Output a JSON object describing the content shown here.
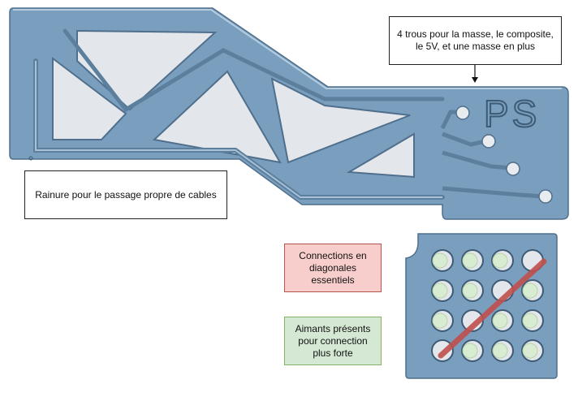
{
  "annotations": {
    "holes": "4 trous pour la masse, le composite, le 5V, et une masse en plus",
    "groove": "Rainure pour le passage propre de cables",
    "diagonal": "Connections en diagonales essentiels",
    "magnets": "Aimants présents pour connection plus forte"
  },
  "logo_text": "PS",
  "colors": {
    "part_fill": "#7a9fbe",
    "part_edge": "#4f6f8c",
    "pocket_fill": "#e3e6ea",
    "diag_annotation_bg": "#f8cecc",
    "magnet_annotation_bg": "#d5e8d4",
    "magnet_dot": "#d7ecd0",
    "cross_line": "#c0504d"
  },
  "grid": {
    "rows": 4,
    "cols": 4,
    "magnet_cells": [
      [
        0,
        0
      ],
      [
        0,
        1
      ],
      [
        0,
        2
      ],
      [
        1,
        0
      ],
      [
        1,
        1
      ],
      [
        1,
        3
      ],
      [
        2,
        0
      ],
      [
        2,
        2
      ],
      [
        2,
        3
      ],
      [
        3,
        1
      ],
      [
        3,
        2
      ],
      [
        3,
        3
      ]
    ]
  }
}
